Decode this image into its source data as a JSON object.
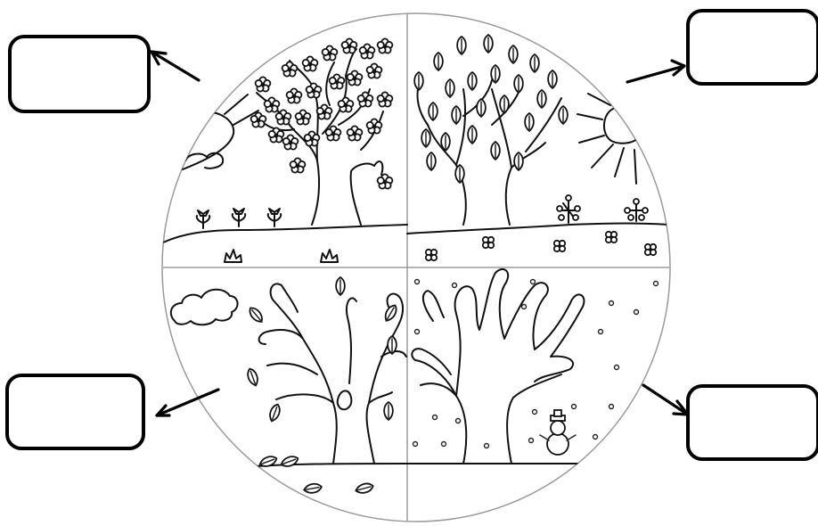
{
  "worksheet": {
    "answer_boxes": [
      {
        "quadrant": "top-left",
        "text": ""
      },
      {
        "quadrant": "top-right",
        "text": ""
      },
      {
        "quadrant": "bottom-left",
        "text": ""
      },
      {
        "quadrant": "bottom-right",
        "text": ""
      }
    ],
    "quadrant_scenes": [
      {
        "quadrant": "top-left",
        "content": "tree-with-blossoms"
      },
      {
        "quadrant": "top-right",
        "content": "tree-with-leaves"
      },
      {
        "quadrant": "bottom-left",
        "content": "tree-with-falling-leaves"
      },
      {
        "quadrant": "bottom-right",
        "content": "bare-tree-with-snow"
      }
    ],
    "colors": {
      "ink": "#000000",
      "background": "#ffffff"
    }
  }
}
